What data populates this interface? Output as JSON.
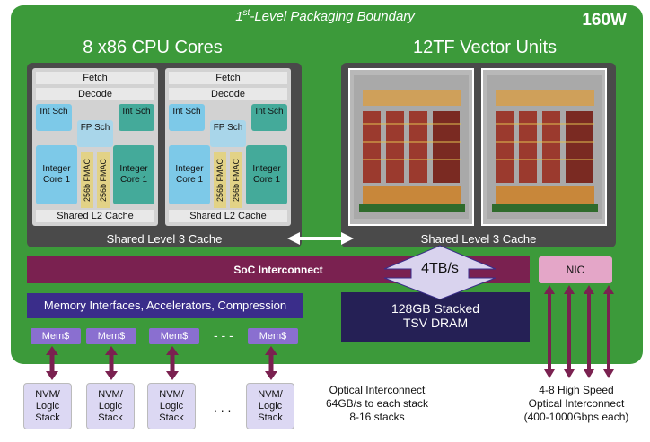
{
  "boundary": {
    "title_main": "1",
    "title_sup": "st",
    "title_rest": "-Level Packaging Boundary",
    "power": "160W"
  },
  "cpu": {
    "title": "8 x86 CPU Cores",
    "core": {
      "fetch": "Fetch",
      "decode": "Decode",
      "int_sch": "Int Sch",
      "fp_sch": "FP Sch",
      "integer_core": "Integer Core 1",
      "fmac": "256b FMAC",
      "l2": "Shared L2 Cache"
    },
    "l3": "Shared Level 3 Cache"
  },
  "vector": {
    "title": "12TF Vector Units",
    "l3": "Shared Level 3 Cache"
  },
  "soc": {
    "label": "SoC Interconnect",
    "bandwidth": "4TB/s",
    "nic": "NIC"
  },
  "memory": {
    "interfaces": "Memory Interfaces, Accelerators, Compression",
    "dram_line1": "128GB Stacked",
    "dram_line2": "TSV DRAM",
    "mem_label": "Mem$",
    "dots": "- - -"
  },
  "nvm": {
    "line1": "NVM/",
    "line2": "Logic",
    "line3": "Stack",
    "dots": ". . ."
  },
  "optical_left": {
    "line1": "Optical Interconnect",
    "line2": "64GB/s to each stack",
    "line3": "8-16 stacks"
  },
  "optical_right": {
    "line1": "4-8 High Speed",
    "line2": "Optical Interconnect",
    "line3": "(400-1000Gbps each)"
  },
  "colors": {
    "board": "#3c9a3a",
    "soc": "#7a2150",
    "nic": "#e4a6c8",
    "arrow": "#7a2150",
    "mem": "#8a6fd0"
  }
}
